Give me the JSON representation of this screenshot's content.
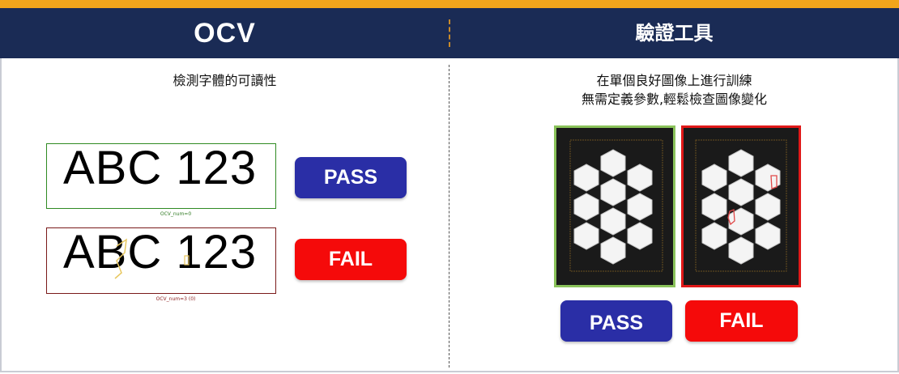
{
  "header": {
    "left_title": "OCV",
    "right_title": "驗證工具"
  },
  "left": {
    "description": "檢測字體的可讀性",
    "samples": [
      {
        "text": "ABC 123",
        "caption": "OCV_num=0",
        "status": "pass"
      },
      {
        "text": "ABC 123",
        "caption": "OCV_num=3 (0)",
        "status": "fail"
      }
    ],
    "pass_label": "PASS",
    "fail_label": "FAIL"
  },
  "right": {
    "description_line1": "在單個良好圖像上進行訓練",
    "description_line2": "無需定義參數,輕鬆檢查圖像變化",
    "pass_label": "PASS",
    "fail_label": "FAIL"
  },
  "colors": {
    "accent_bar": "#f2a51b",
    "header_bg": "#1a2b55",
    "pass_button": "#2a2ea6",
    "fail_button": "#f50a0a",
    "pass_outline": "#8ac25a",
    "fail_outline": "#e01818"
  }
}
